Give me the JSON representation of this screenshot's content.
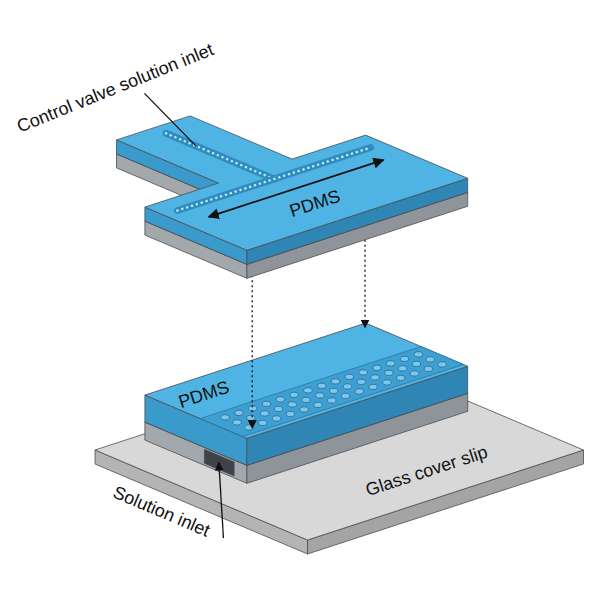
{
  "diagram": {
    "labels": [
      "Control valve solution inlet",
      "PDMS",
      "PDMS",
      "Solution inlet",
      "Glass cover slip"
    ]
  }
}
